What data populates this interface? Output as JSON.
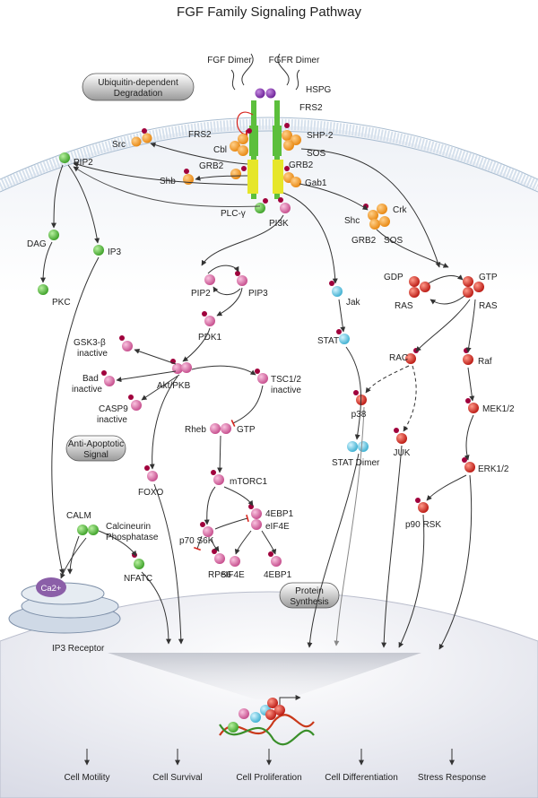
{
  "title": "FGF Family Signaling Pathway",
  "colors": {
    "orange": "#f39a1f",
    "green": "#5cbf3c",
    "pink": "#d9609e",
    "cyan": "#5cc5e0",
    "red": "#d8261f",
    "phospho": "#a0003c",
    "membrane": "#c9d9e8"
  },
  "callouts": {
    "ubiquitin": [
      "Ubiquitin-dependent",
      "Degradation"
    ],
    "anti_apoptotic": [
      "Anti-Apoptotic",
      "Signal"
    ],
    "protein_synthesis": [
      "Protein",
      "Synthesis"
    ]
  },
  "labels": {
    "fgf_dimer": "FGF Dimer",
    "fgfr_dimer": "FGFR Dimer",
    "hspg": "HSPG",
    "frs2_right": "FRS2",
    "frs2_left": "FRS2",
    "shp2": "SHP-2",
    "src": "Src",
    "cbl": "Cbl",
    "sos_top": "SOS",
    "grb2_left": "GRB2",
    "grb2_right": "GRB2",
    "gab1": "Gab1",
    "pip2_top": "PIP2",
    "shb": "Shb",
    "plcg": "PLC-γ",
    "pi3k": "PI3K",
    "shc": "Shc",
    "crk": "Crk",
    "grb2_shc": "GRB2",
    "sos_shc": "SOS",
    "dag": "DAG",
    "ip3": "IP3",
    "pkc": "PKC",
    "pip2_mid": "PIP2",
    "pip3": "PIP3",
    "pdk1": "PDK1",
    "gsk3b": [
      "GSK3-β",
      "inactive"
    ],
    "bad": [
      "Bad",
      "inactive"
    ],
    "casp9": [
      "CASP9",
      "inactive"
    ],
    "akt": "Akt/PKB",
    "tsc": [
      "TSC1/2",
      "inactive"
    ],
    "rheb": "Rheb",
    "gtp_rheb": "GTP",
    "foxo": "FOXO",
    "mtorc1": "mTORC1",
    "p70s6k": "p70 S6K",
    "ebp1_top": "4EBP1",
    "eif4e_top": "eIF4E",
    "eif4e_bottom": "eIF4E",
    "ebp1_bottom": "4EBP1",
    "rps6": "RPS6",
    "jak": "Jak",
    "stat": "STAT",
    "stat_dimer": "STAT Dimer",
    "gdp": "GDP",
    "gtp_ras": "GTP",
    "ras_left": "RAS",
    "ras_right": "RAS",
    "rac": "RAC",
    "raf": "Raf",
    "p38": "p38",
    "juk": "JUK",
    "mek": "MEK1/2",
    "erk": "ERK1/2",
    "p90rsk": "p90 RSK",
    "calm": "CALM",
    "calcineurin": [
      "Calcineurin",
      "Phosphatase"
    ],
    "nfatc": "NFATC",
    "ca": "Ca2+",
    "ip3_receptor": "IP3 Receptor"
  },
  "outcomes": [
    "Cell Motility",
    "Cell Survival",
    "Cell Proliferation",
    "Cell Differentiation",
    "Stress Response"
  ]
}
